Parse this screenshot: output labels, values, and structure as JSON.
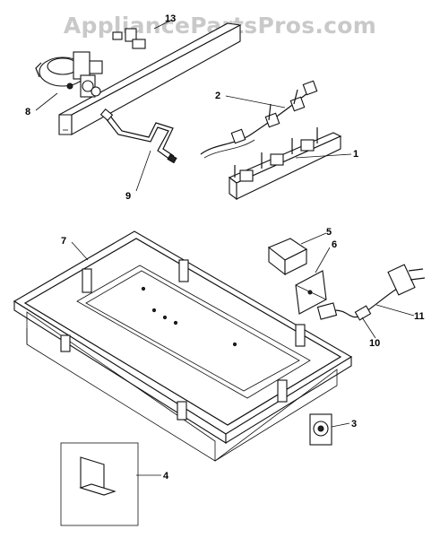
{
  "watermark": "AppliancePartsPros.com",
  "callouts": [
    {
      "id": "13",
      "label": "13"
    },
    {
      "id": "8",
      "label": "8"
    },
    {
      "id": "9",
      "label": "9"
    },
    {
      "id": "2",
      "label": "2"
    },
    {
      "id": "1",
      "label": "1"
    },
    {
      "id": "7",
      "label": "7"
    },
    {
      "id": "5",
      "label": "5"
    },
    {
      "id": "6",
      "label": "6"
    },
    {
      "id": "11",
      "label": "11"
    },
    {
      "id": "10",
      "label": "10"
    },
    {
      "id": "3",
      "label": "3"
    },
    {
      "id": "4",
      "label": "4"
    }
  ]
}
